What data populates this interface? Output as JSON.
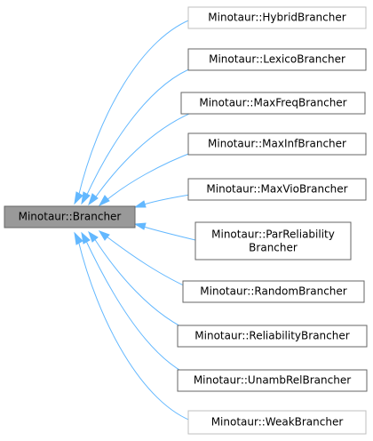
{
  "base_class": {
    "label": "Minotaur::Brancher"
  },
  "derived_classes": [
    {
      "label": "Minotaur::HybridBrancher",
      "documented": false
    },
    {
      "label": "Minotaur::LexicoBrancher",
      "documented": true
    },
    {
      "label": "Minotaur::MaxFreqBrancher",
      "documented": true
    },
    {
      "label": "Minotaur::MaxInfBrancher",
      "documented": true
    },
    {
      "label": "Minotaur::MaxVioBrancher",
      "documented": true
    },
    {
      "label": "Minotaur::ParReliability",
      "label_line2": "Brancher",
      "documented": true
    },
    {
      "label": "Minotaur::RandomBrancher",
      "documented": true
    },
    {
      "label": "Minotaur::ReliabilityBrancher",
      "documented": true
    },
    {
      "label": "Minotaur::UnambRelBrancher",
      "documented": true
    },
    {
      "label": "Minotaur::WeakBrancher",
      "documented": false
    }
  ],
  "colors": {
    "edge": "#63b8ff",
    "base_fill": "#999999",
    "node_border": "#666666",
    "undocumented_border": "#bfbfbf"
  }
}
